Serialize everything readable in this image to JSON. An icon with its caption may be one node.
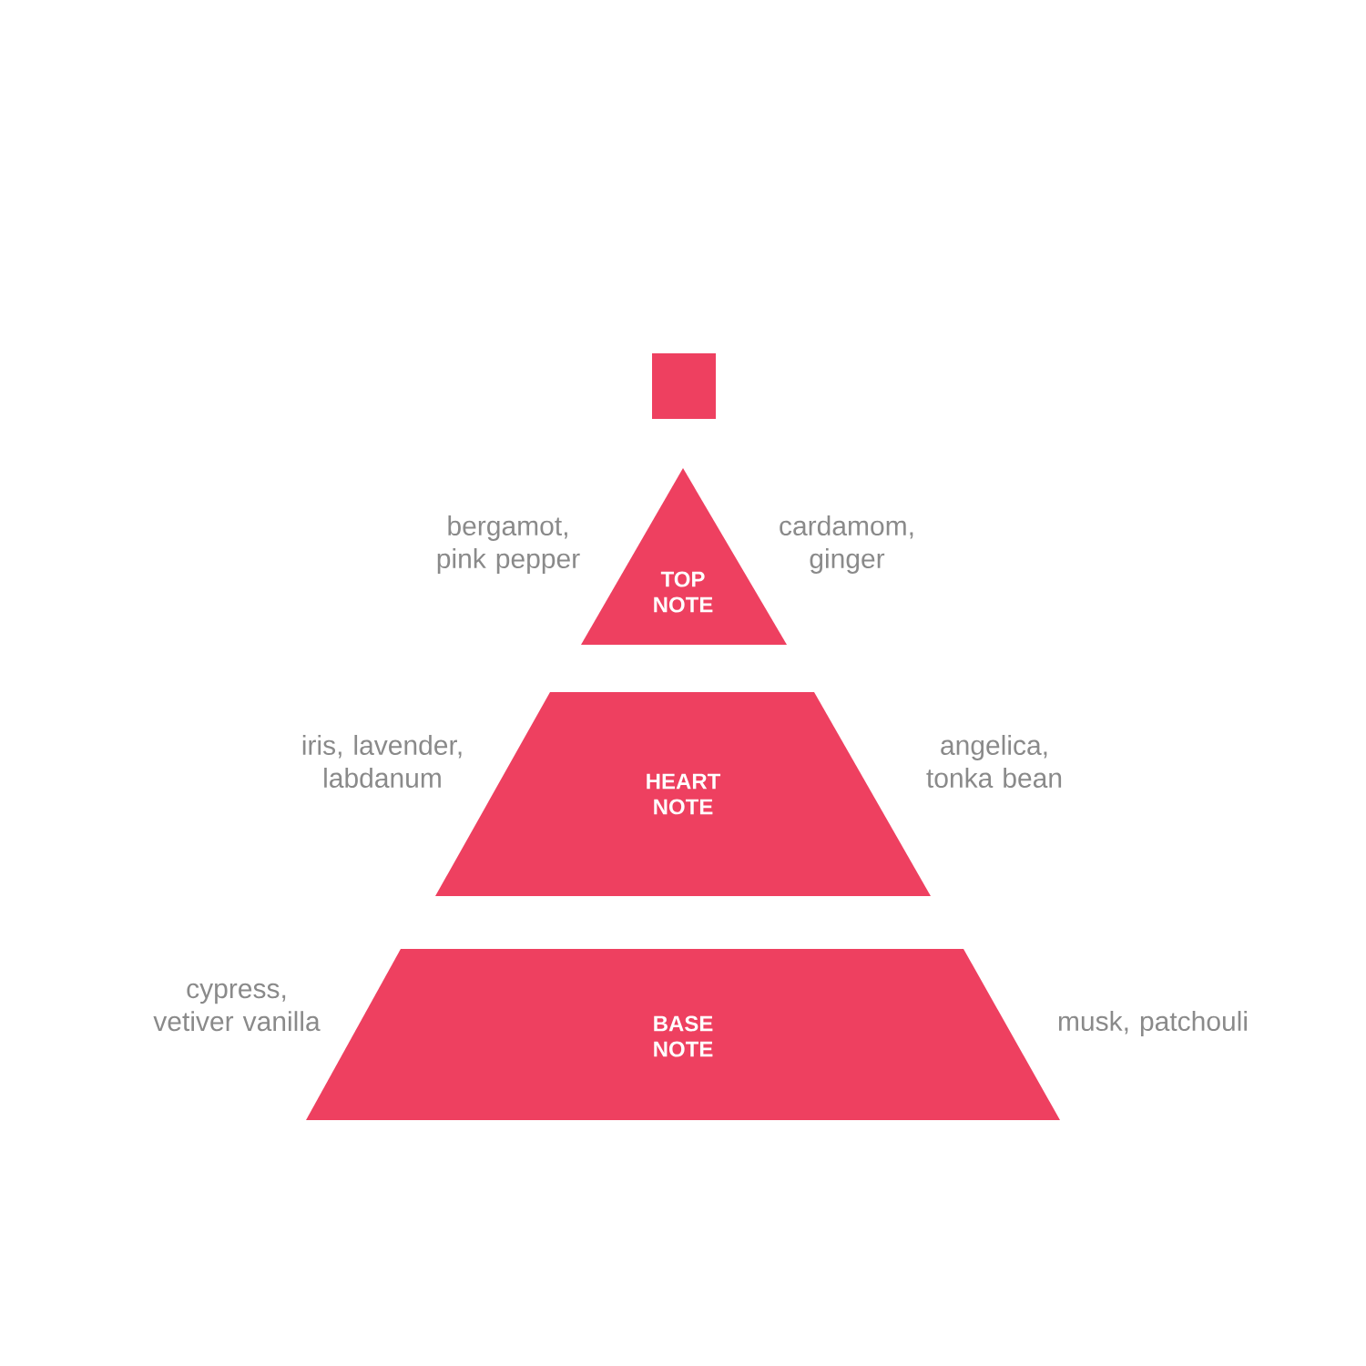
{
  "diagram": {
    "nodes": [
      {
        "text": [],
        "shape": "box"
      },
      {
        "text": [
          "TOP NOTE"
        ],
        "beside": [
          "bergamot, pink pepper",
          "cardamom, ginger"
        ]
      },
      {
        "text": [
          "HEART NOTE"
        ],
        "beside": [
          "iris, lavender, labdanum",
          "angelica, tonka bean"
        ]
      },
      {
        "text": [
          "BASE NOTE"
        ],
        "beside": [
          "cypress, vetiver vanilla",
          "musk, patchouli"
        ]
      }
    ]
  }
}
